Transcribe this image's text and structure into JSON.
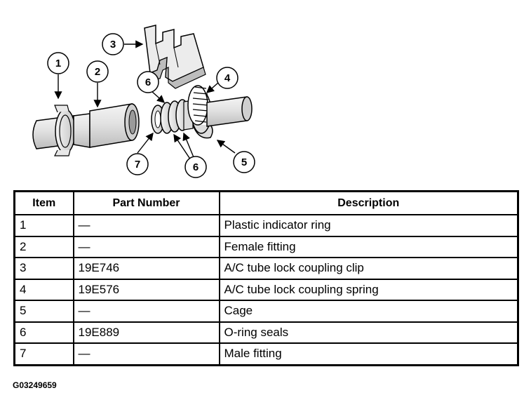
{
  "diagram": {
    "callouts": [
      "1",
      "2",
      "3",
      "4",
      "5",
      "6",
      "7",
      "6"
    ]
  },
  "table": {
    "headers": {
      "item": "Item",
      "part_number": "Part Number",
      "description": "Description"
    },
    "rows": [
      {
        "item": "1",
        "part_number": "—",
        "description": "Plastic indicator ring"
      },
      {
        "item": "2",
        "part_number": "—",
        "description": "Female fitting"
      },
      {
        "item": "3",
        "part_number": "19E746",
        "description": "A/C tube lock coupling clip"
      },
      {
        "item": "4",
        "part_number": "19E576",
        "description": "A/C tube lock coupling spring"
      },
      {
        "item": "5",
        "part_number": "—",
        "description": "Cage"
      },
      {
        "item": "6",
        "part_number": "19E889",
        "description": "O-ring seals"
      },
      {
        "item": "7",
        "part_number": "—",
        "description": "Male fitting"
      }
    ]
  },
  "figure_id": "G03249659"
}
